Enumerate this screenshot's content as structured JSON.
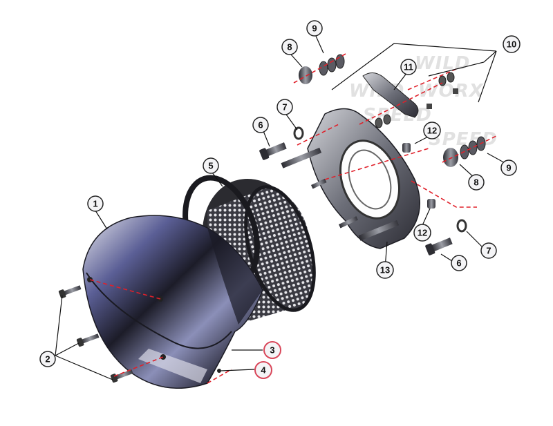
{
  "diagram": {
    "callouts": [
      {
        "id": "c1",
        "label": "1"
      },
      {
        "id": "c2",
        "label": "2"
      },
      {
        "id": "c3",
        "label": "3"
      },
      {
        "id": "c4",
        "label": "4"
      },
      {
        "id": "c5",
        "label": "5"
      },
      {
        "id": "c6a",
        "label": "6"
      },
      {
        "id": "c6b",
        "label": "6"
      },
      {
        "id": "c7a",
        "label": "7"
      },
      {
        "id": "c7b",
        "label": "7"
      },
      {
        "id": "c8a",
        "label": "8"
      },
      {
        "id": "c8b",
        "label": "8"
      },
      {
        "id": "c9a",
        "label": "9"
      },
      {
        "id": "c9b",
        "label": "9"
      },
      {
        "id": "c10",
        "label": "10"
      },
      {
        "id": "c11",
        "label": "11"
      },
      {
        "id": "c12a",
        "label": "12"
      },
      {
        "id": "c12b",
        "label": "12"
      },
      {
        "id": "c13",
        "label": "13"
      }
    ],
    "watermark": [
      "WILD",
      "SPEED",
      "WORX"
    ],
    "colors": {
      "leader": "#111111",
      "explode_line": "#e0202a",
      "highlight_callout_border": "#d9475a",
      "metal_dark": "#2b2b33",
      "metal_mid": "#6d6f7a",
      "metal_light": "#c8c9cf",
      "chrome_blue": "#4a4f8c"
    }
  }
}
